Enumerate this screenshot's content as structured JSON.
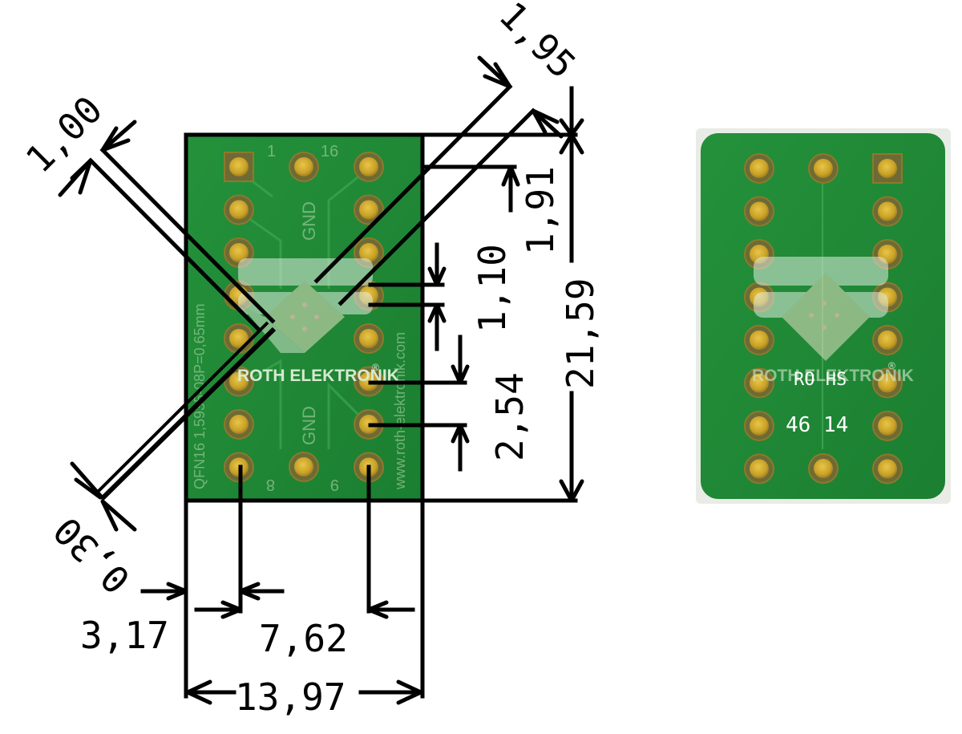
{
  "colors": {
    "board": "#1f8a36",
    "board_dark": "#17702a",
    "pad_gold": "#c9a227",
    "pad_ring": "#8c7a2a",
    "silkscreen": "#a6cf9c",
    "dimension_lines": "#000000",
    "background": "#ffffff"
  },
  "drawing": {
    "board": {
      "pin_labels": {
        "pin_1": "1",
        "pin_16": "16",
        "pin_8": "8",
        "pin_9": "9"
      },
      "gnd_label_top": "GND",
      "gnd_label_bottom": "GND",
      "left_edge_text": "QFN16 1,5935-08P=0,65mm",
      "right_edge_text": "www.roth-elektronik.com",
      "brand": "ROTH ELEKTRONIK",
      "registered": "®",
      "pads_per_side": 8
    },
    "dimensions": {
      "pad_width": "1,00",
      "pad_pitch_diag": "1,95",
      "pad_clearance": "0,30",
      "top_offset": "1,91",
      "pad_row_pitch_small": "1,10",
      "pin_pitch": "2,54",
      "board_height": "21,59",
      "edge_to_pin": "3,17",
      "row_spacing": "7,62",
      "board_width": "13,97"
    }
  },
  "photo": {
    "brand": "ROTH ELEKTRONIK",
    "registered": "®",
    "rohs_label": "RO HS",
    "date_code": "46 14"
  }
}
